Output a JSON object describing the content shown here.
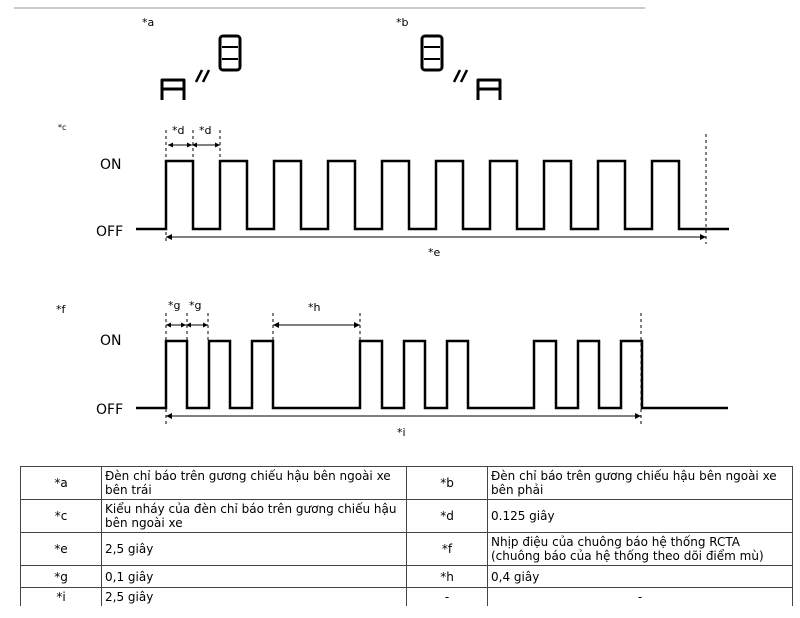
{
  "figure": {
    "label_a": "*a",
    "label_b": "*b",
    "label_c": "*c",
    "label_f": "*f",
    "blink": {
      "on_label": "ON",
      "off_label": "OFF",
      "period_label": "*d",
      "total_label": "*e",
      "pulse_count": 10
    },
    "buzzer": {
      "on_label": "ON",
      "off_label": "OFF",
      "pulse_label": "*g",
      "gap_label": "*h",
      "total_label": "*i",
      "groups": 3,
      "pulses_per_group": 3
    }
  },
  "legend": {
    "rows": [
      {
        "c1": "*a",
        "d1": "Đèn chỉ báo trên gương chiếu hậu bên ngoài xe bên trái",
        "c2": "*b",
        "d2": "Đèn chỉ báo trên gương chiếu hậu bên ngoài xe bên phải"
      },
      {
        "c1": "*c",
        "d1": "Kiểu nháy của đèn chỉ báo trên gương chiếu hậu bên ngoài xe",
        "c2": "*d",
        "d2": "0.125 giây"
      },
      {
        "c1": "*e",
        "d1": "2,5 giây",
        "c2": "*f",
        "d2": "Nhịp điệu của chuông báo hệ thống RCTA (chuông báo của hệ thống theo dõi điểm mù)"
      },
      {
        "c1": "*g",
        "d1": "0,1 giây",
        "c2": "*h",
        "d2": "0,4 giây"
      },
      {
        "c1": "*i",
        "d1": "2,5 giây",
        "c2": "-",
        "d2": "-"
      }
    ]
  }
}
